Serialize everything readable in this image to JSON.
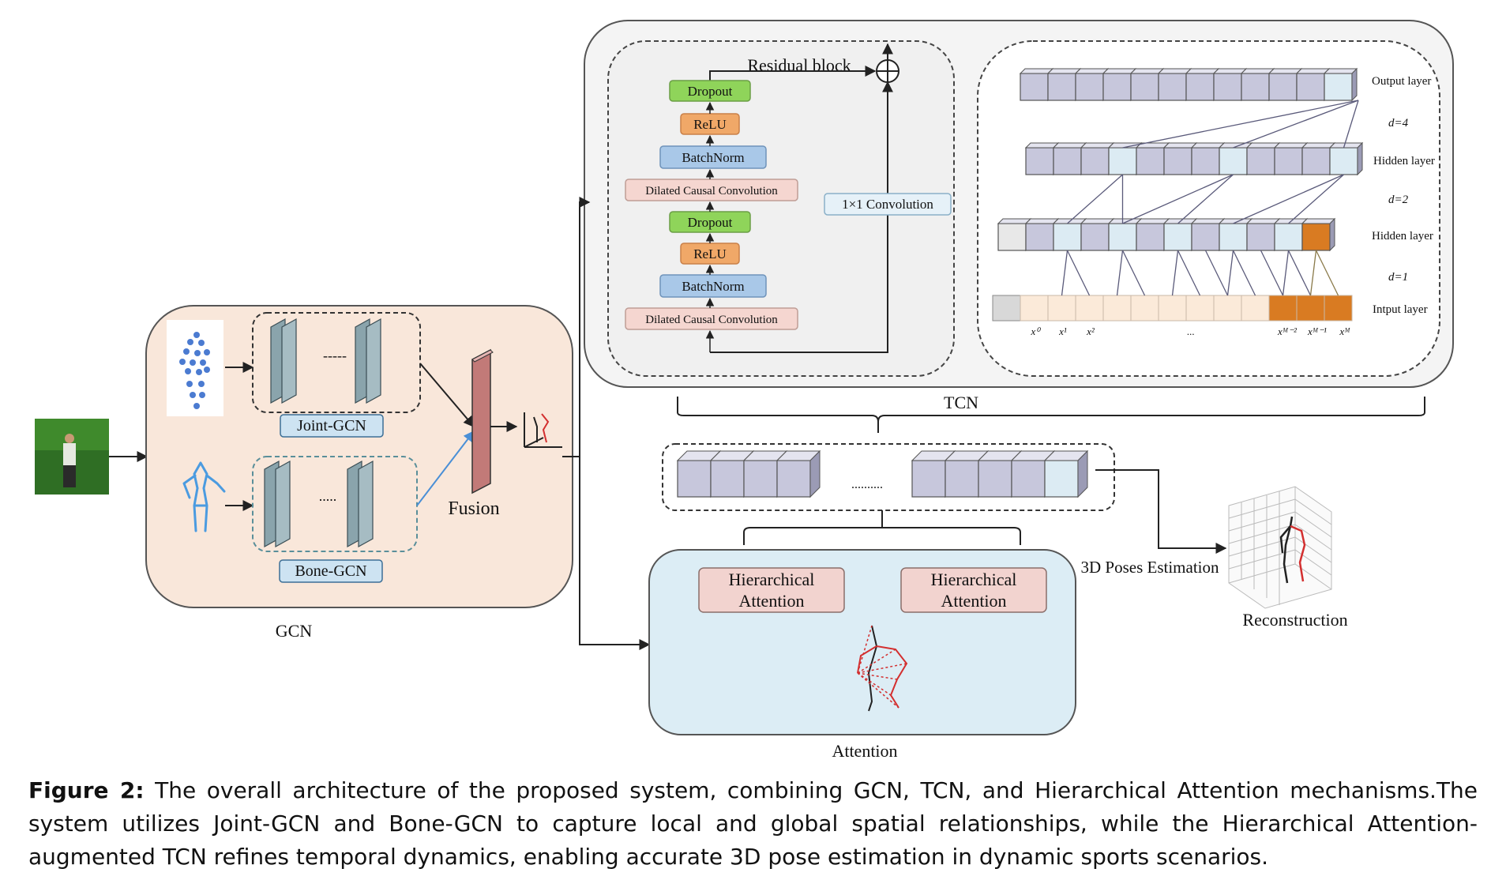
{
  "labels": {
    "residual_block": "Residual block",
    "dropout": "Dropout",
    "relu": "ReLU",
    "batchnorm": "BatchNorm",
    "dilated_conv": "Dilated Causal Convolution",
    "conv1x1": "1×1 Convolution",
    "output_layer": "Output layer",
    "hidden_layer": "Hidden layer",
    "input_layer": "Intput layer",
    "d4": "d=4",
    "d2": "d=2",
    "d1": "d=1",
    "tcn": "TCN",
    "joint_gcn": "Joint-GCN",
    "bone_gcn": "Bone-GCN",
    "fusion": "Fusion",
    "gcn": "GCN",
    "attention": "Attention",
    "hier_att_line1": "Hierarchical",
    "hier_att_line2": "Attention",
    "poses_estimation": "3D Poses Estimation",
    "reconstruction": "Reconstruction",
    "dashes_gcn": "-----",
    "dots_gcn": ".....",
    "dots_seq": "..........",
    "x_labels": [
      "x⁰",
      "x¹",
      "x²",
      "...",
      "xᴹ⁻²",
      "xᴹ⁻¹",
      "xᴹ"
    ]
  },
  "caption": {
    "fig": "Figure 2:",
    "text": "The overall architecture of the proposed system, combining GCN, TCN, and Hierarchical Attention mechanisms.The system utilizes Joint-GCN and Bone-GCN to capture local and global spatial relationships, while the Hierarchical Attention-augmented TCN refines temporal dynamics, enabling accurate 3D pose estimation in dynamic sports scenarios."
  },
  "colors": {
    "dropout": "#8fd45a",
    "relu": "#f0a868",
    "batchnorm": "#a9c8e8",
    "dilated_conv": "#f5d6d0",
    "gcn_panel": "#f9e7da",
    "attention_panel": "#dcedf5",
    "tcn_panel": "#f3f3f3",
    "cube": "#c7c7dc",
    "cube_highlight": "#dcebf3",
    "cube_input": "#fbead9",
    "cube_orange": "#d97b22",
    "fusion": "#c27a78"
  }
}
